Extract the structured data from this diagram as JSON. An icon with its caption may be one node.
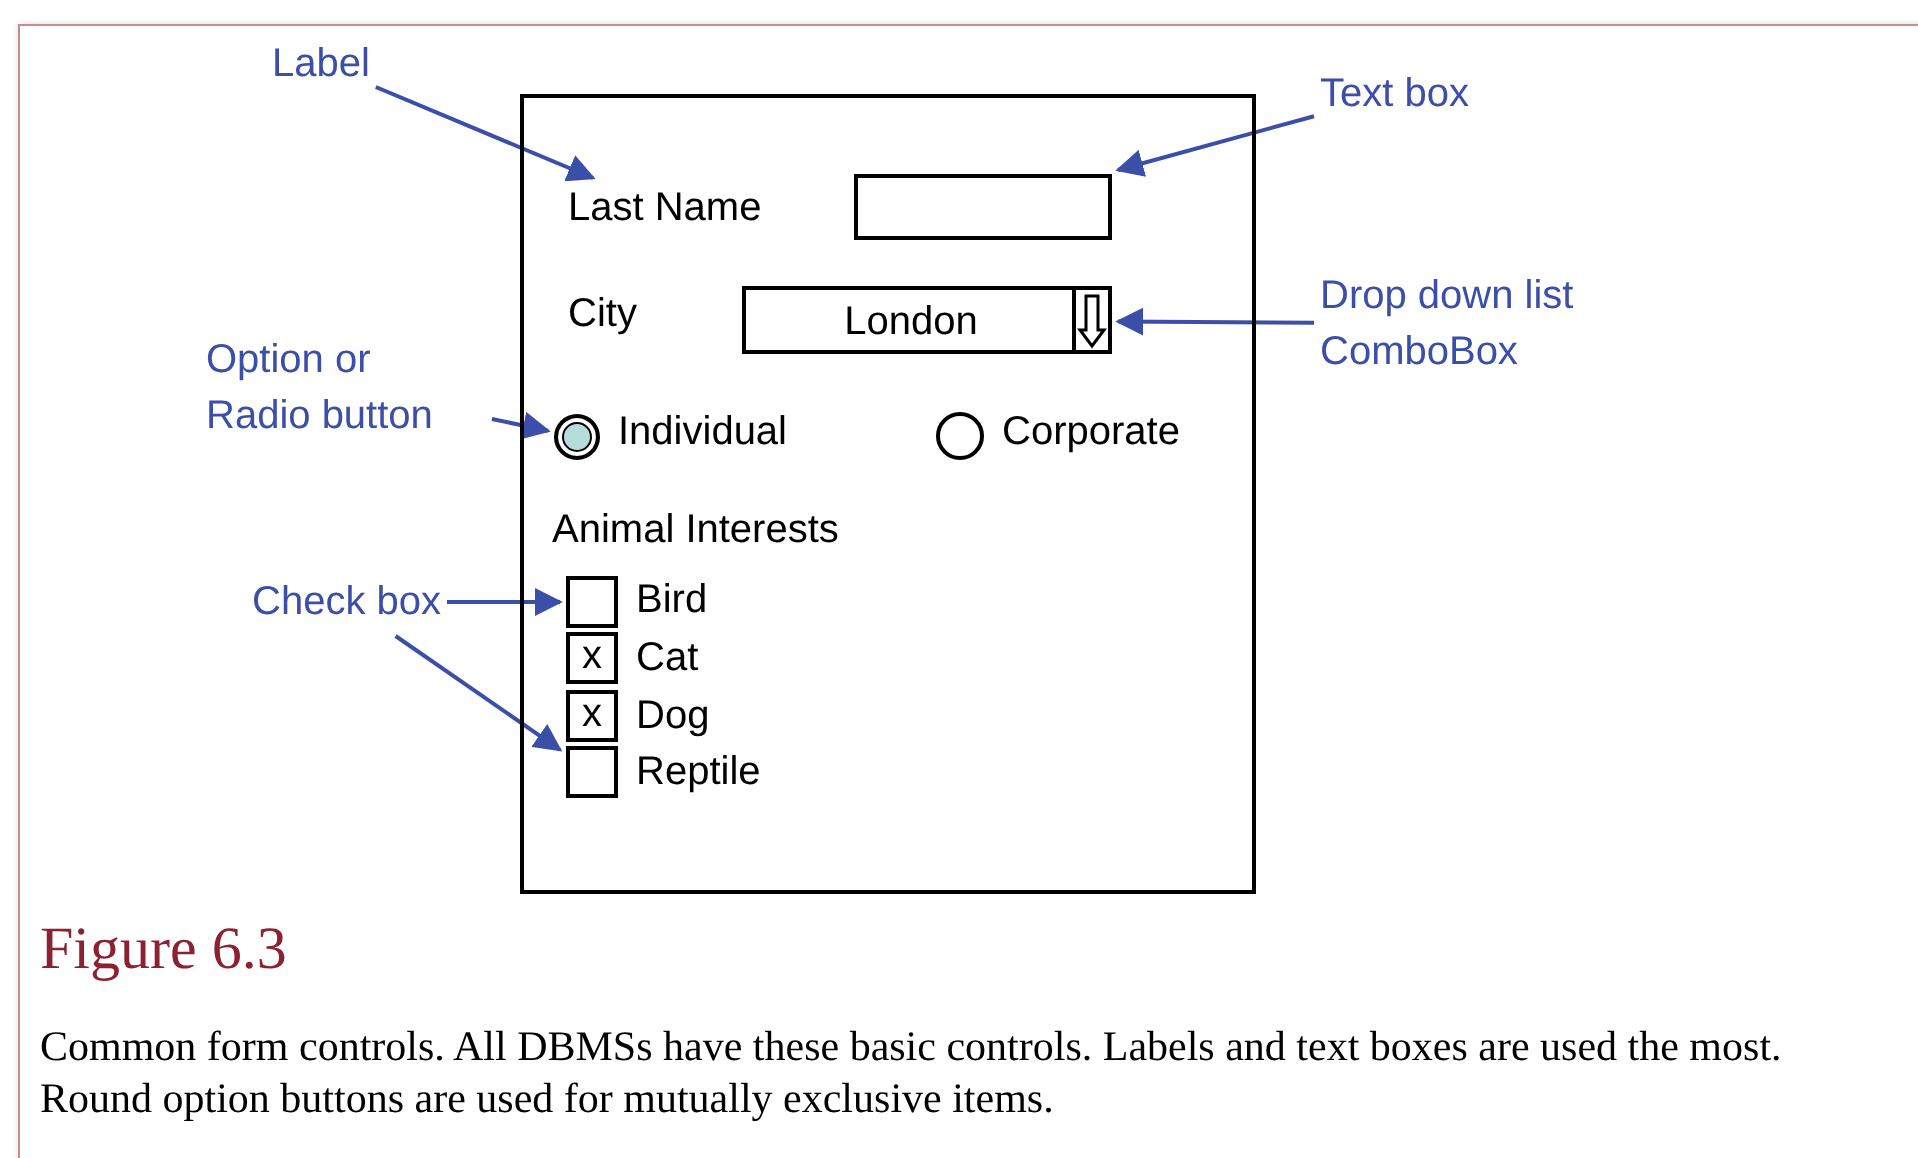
{
  "diagram": {
    "title": "Figure 6.3",
    "caption": "Common form controls. All DBMSs have these basic controls. Labels and text boxes are used the most. Round option buttons are used for mutually exclusive items.",
    "nodes": [
      {
        "text": [
          "Label"
        ]
      },
      {
        "text": [],
        "shape": "box"
      },
      {
        "text": [
          "Text box"
        ]
      },
      {
        "text": [
          "Last Name"
        ],
        "in": 1
      },
      {
        "text": [],
        "shape": "box",
        "in": 1
      },
      {
        "text": [
          "London"
        ],
        "in": 1
      },
      {
        "text": [
          "Drop down list ComboBox"
        ]
      },
      {
        "text": [
          "Option or Radio button"
        ]
      },
      {
        "text": [],
        "shape": "circle",
        "in": 1
      },
      {
        "text": [],
        "shape": "circle",
        "in": 1
      },
      {
        "text": [
          "Check box"
        ]
      },
      {
        "text": [],
        "shape": "box",
        "in": 1
      },
      {
        "text": [
          "x"
        ],
        "in": 1
      },
      {
        "text": [
          "x"
        ],
        "in": 1
      },
      {
        "text": [],
        "shape": "box",
        "in": 1
      }
    ],
    "edges": [
      {
        "from": 0,
        "to": 3,
        "arrow": "to"
      },
      {
        "from": 2,
        "to": 4,
        "arrow": "to"
      },
      {
        "from": 6,
        "to": 5,
        "arrow": "to"
      },
      {
        "from": 7,
        "to": 8,
        "arrow": "to"
      },
      {
        "from": 10,
        "to": 11,
        "arrow": "to"
      },
      {
        "from": 10,
        "to": 14,
        "arrow": "to"
      }
    ],
    "labels": [
      "City",
      "Individual",
      "Corporate",
      "Animal Interests",
      "Bird",
      "Cat",
      "Dog",
      "Reptile"
    ]
  }
}
